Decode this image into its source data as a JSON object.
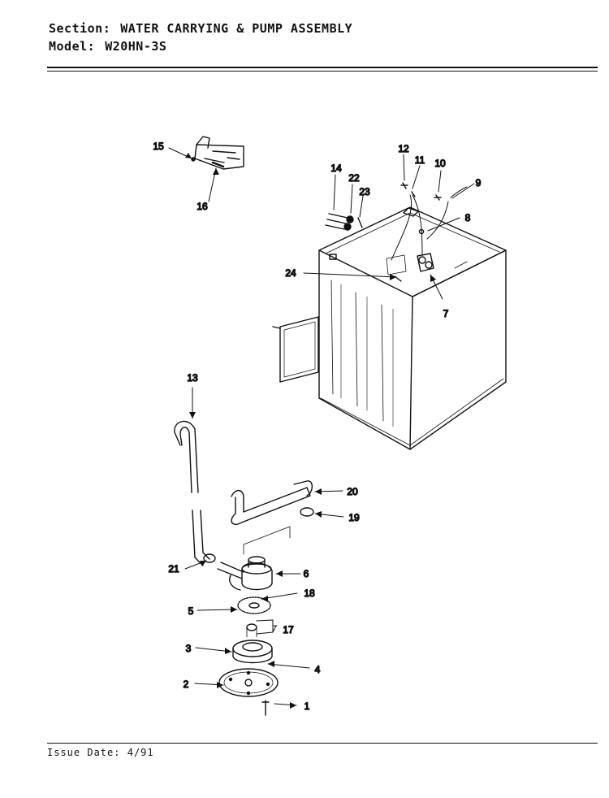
{
  "header": {
    "section_label": "Section:",
    "section_value": "WATER CARRYING & PUMP ASSEMBLY",
    "model_label": "Model:",
    "model_value": "W20HN-3S"
  },
  "footer": {
    "issue_label": "Issue Date:",
    "issue_value": "4/91"
  },
  "callouts": [
    "1",
    "2",
    "3",
    "4",
    "5",
    "6",
    "7",
    "8",
    "9",
    "10",
    "11",
    "12",
    "13",
    "14",
    "15",
    "16",
    "17",
    "18",
    "19",
    "20",
    "21",
    "22",
    "23",
    "24"
  ]
}
